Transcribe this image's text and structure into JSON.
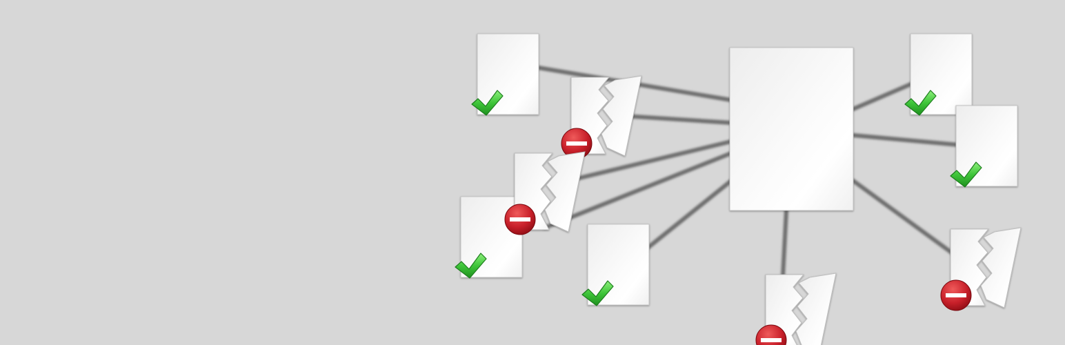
{
  "colors": {
    "background": "#d7d7d7",
    "link_line": "#6e6e6e",
    "page_fill": "#f8f8f8",
    "ok_check": "#3fc53a",
    "broken_badge": "#c8202a"
  },
  "hub": {
    "icon": "document-icon"
  },
  "documents": [
    {
      "status": "ok",
      "icon": "check-icon"
    },
    {
      "status": "broken",
      "icon": "minus-circle-icon"
    },
    {
      "status": "broken",
      "icon": "minus-circle-icon"
    },
    {
      "status": "ok",
      "icon": "check-icon"
    },
    {
      "status": "ok",
      "icon": "check-icon"
    },
    {
      "status": "broken",
      "icon": "minus-circle-icon"
    },
    {
      "status": "ok",
      "icon": "check-icon"
    },
    {
      "status": "ok",
      "icon": "check-icon"
    },
    {
      "status": "broken",
      "icon": "minus-circle-icon"
    }
  ]
}
